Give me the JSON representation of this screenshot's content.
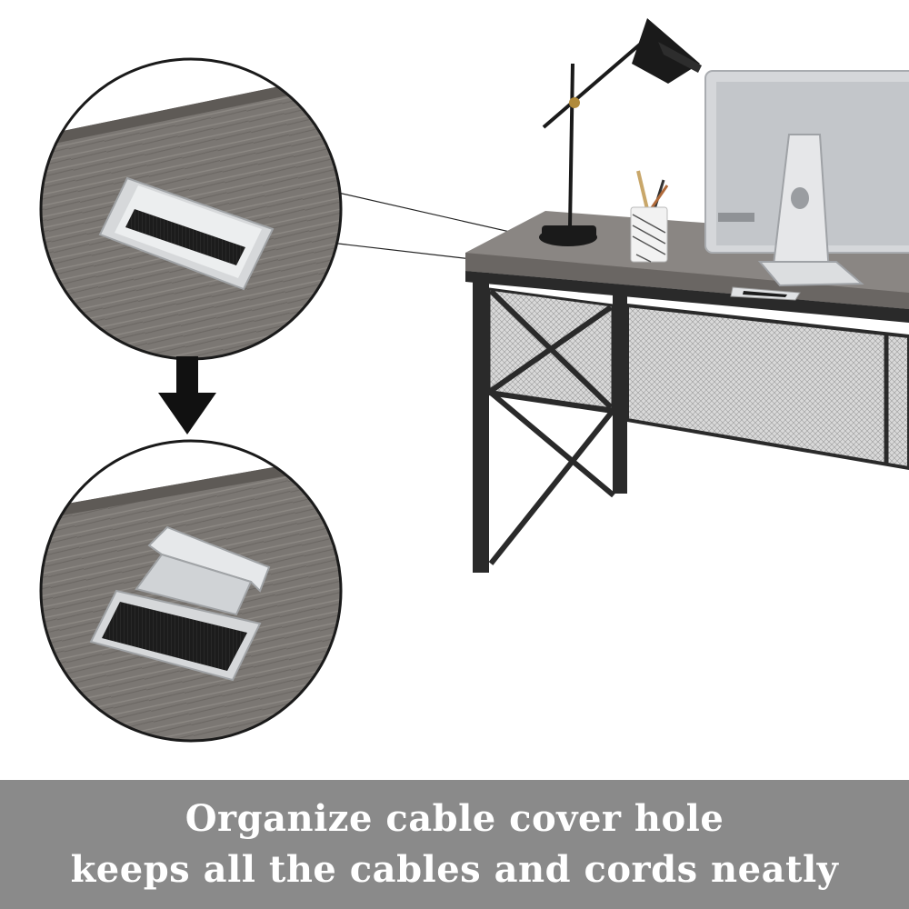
{
  "caption": {
    "line1": "Organize cable cover hole",
    "line2": "keeps all the cables and cords neatly"
  },
  "colors": {
    "wood": "#7b7773",
    "frame": "#2a2a2a",
    "band": "#8a8a8a",
    "grommet": "#d6d8da",
    "caption_text": "#ffffff"
  },
  "scene": {
    "icons": [
      "desk-lamp",
      "monitor",
      "pencil-cup",
      "cable-grommet",
      "down-arrow"
    ]
  }
}
